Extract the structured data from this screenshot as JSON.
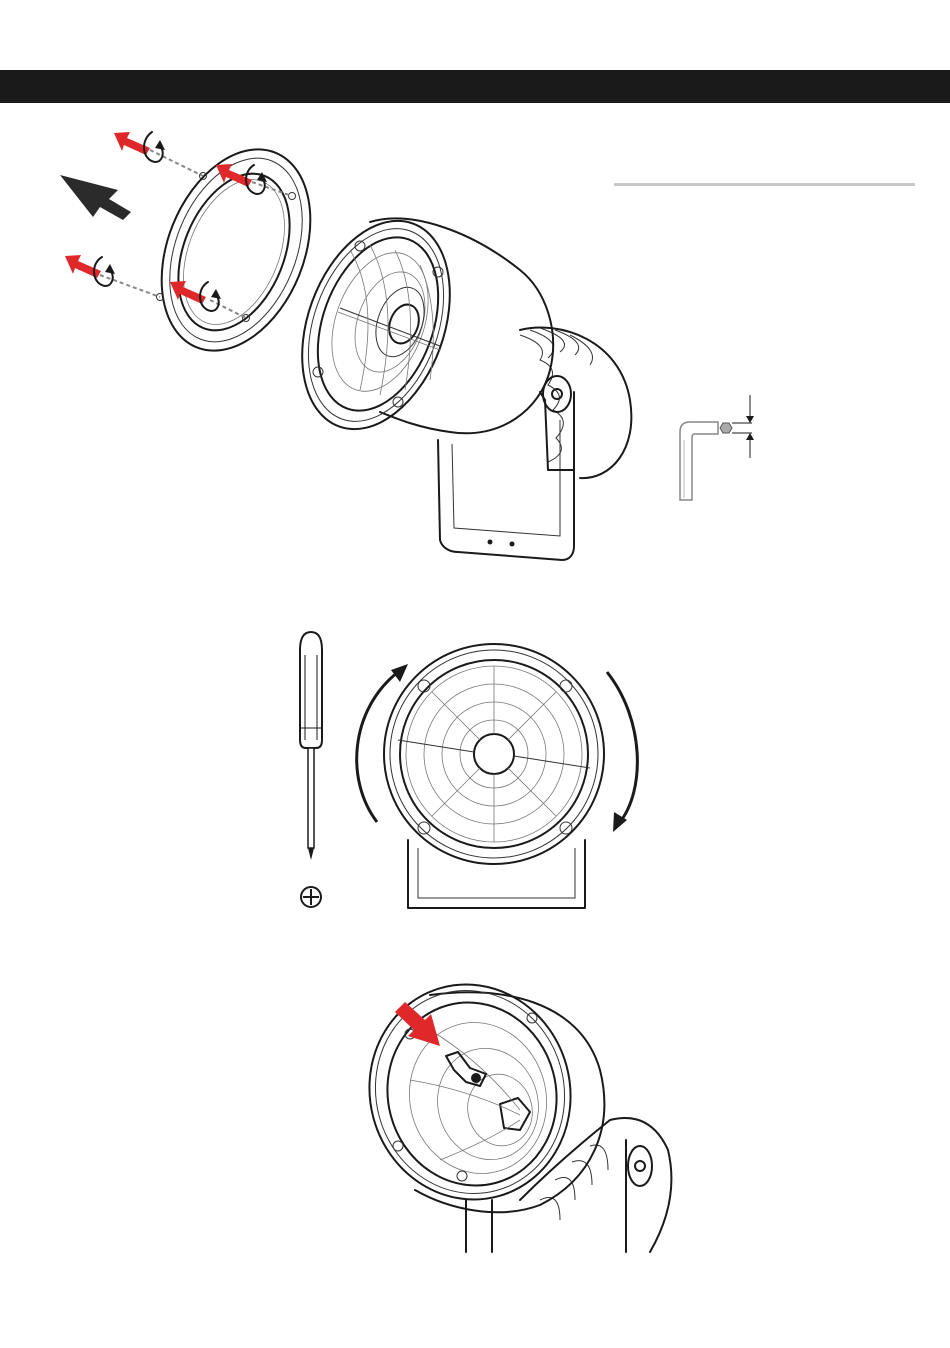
{
  "header": {
    "bar_color": "#1a1a1a"
  },
  "colors": {
    "removal_arrow": "#e0282b",
    "direction_arrow": "#2b2b2b",
    "line_art": "#1a1a1a",
    "divider": "#c8c8c8"
  },
  "figures": [
    {
      "id": "front-ring-removal",
      "icons": [
        "red-arrow-icon",
        "rotate-screw-icon",
        "large-direction-arrow-icon"
      ]
    },
    {
      "id": "allen-key",
      "icons": [
        "allen-key-icon",
        "dimension-arrows-icon"
      ]
    },
    {
      "id": "reflector-rotation",
      "icons": [
        "phillips-screwdriver-icon",
        "phillips-symbol-icon",
        "rotation-arrow-icon"
      ]
    },
    {
      "id": "lamp-access",
      "icons": [
        "red-arrow-icon"
      ]
    }
  ]
}
